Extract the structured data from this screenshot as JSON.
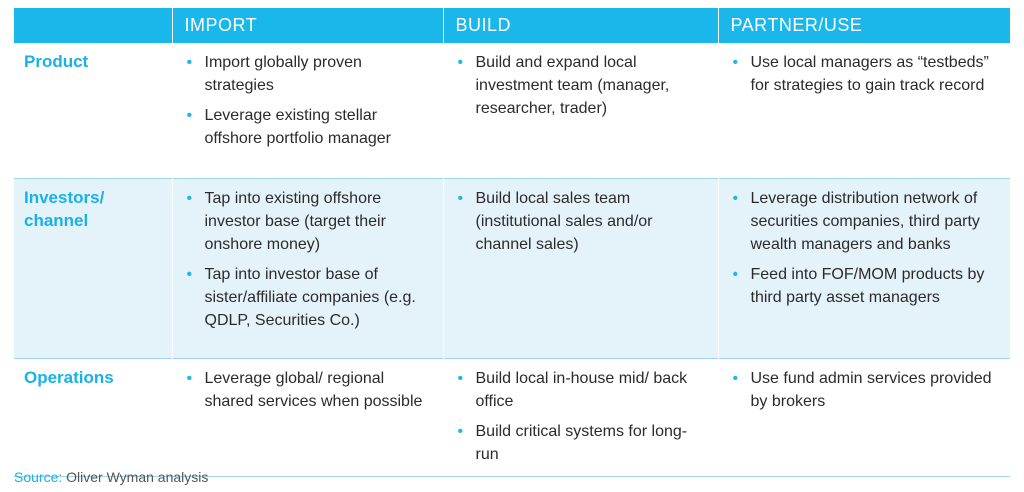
{
  "header": {
    "corner": "",
    "columns": [
      "IMPORT",
      "BUILD",
      "PARTNER/USE"
    ]
  },
  "rows": [
    {
      "label": "Product",
      "cells": [
        [
          "Import globally proven strategies",
          "Leverage existing stellar offshore portfolio manager"
        ],
        [
          "Build and expand local investment team (manager, researcher, trader)"
        ],
        [
          "Use local managers as “testbeds” for strategies to gain track record"
        ]
      ]
    },
    {
      "label": "Investors/ channel",
      "cells": [
        [
          "Tap into existing offshore investor base (target their onshore money)",
          "Tap into investor base of sister/affiliate companies (e.g. QDLP, Securities Co.)"
        ],
        [
          "Build local sales team (institutional sales and/or channel sales)"
        ],
        [
          "Leverage distribution network of securities companies, third party wealth managers and banks",
          "Feed into FOF/MOM products by third party asset managers"
        ]
      ]
    },
    {
      "label": "Operations",
      "cells": [
        [
          "Leverage global/ regional shared services when possible"
        ],
        [
          "Build local in-house mid/ back office",
          "Build critical systems for long-run"
        ],
        [
          "Use fund admin services provided by brokers"
        ]
      ]
    }
  ],
  "bullet_glyph": "•",
  "source": {
    "label": "Source:",
    "text": "Oliver Wyman analysis"
  },
  "colors": {
    "header_bg": "#1ab7ea",
    "accent": "#1ab0e8",
    "shaded_row": "#e4f3fa"
  }
}
